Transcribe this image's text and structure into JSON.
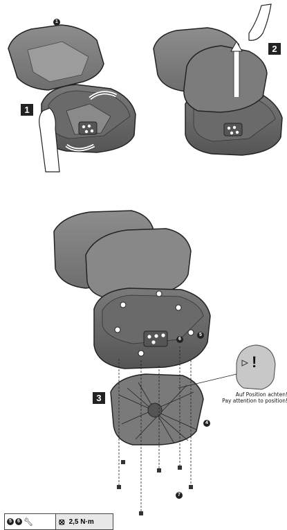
{
  "steps": {
    "step1": "1",
    "step2": "2",
    "step3": "3"
  },
  "callouts": {
    "c1": "1",
    "c4": "4",
    "c5": "5",
    "c6": "6",
    "c7": "7"
  },
  "warning": {
    "line_de": "Auf Position achten!",
    "line_en": "Pay attention to position!",
    "symbol": "!"
  },
  "torque": {
    "parts_a": "5",
    "parts_b": "6",
    "value": "2,5 N·m"
  },
  "icons": [
    "wrench-icon",
    "torque-icon",
    "warning-head-icon",
    "rotate-arrow-icon",
    "lift-arrow-icon"
  ]
}
